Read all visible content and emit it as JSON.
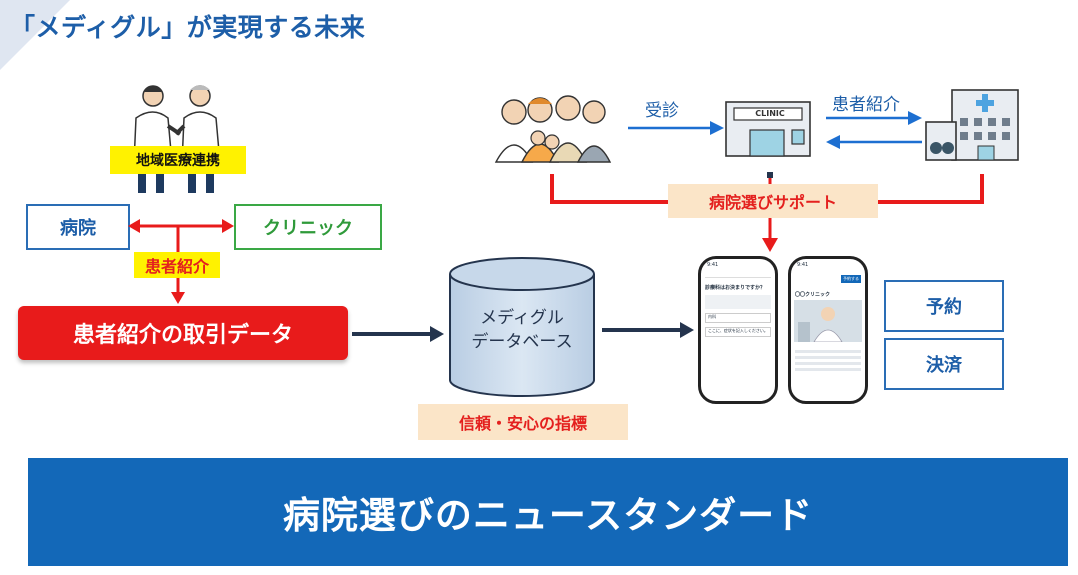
{
  "title": "「メディグル」が実現する未来",
  "left": {
    "regional_tag": "地域医療連携",
    "hospital": "病院",
    "clinic": "クリニック",
    "referral_tag": "患者紹介",
    "transaction_data": "患者紹介の取引データ"
  },
  "database": {
    "line1": "メディグル",
    "line2": "データベース",
    "trust_label": "信頼・安心の指標"
  },
  "flow": {
    "consult": "受診",
    "referral": "患者紹介",
    "clinic_sign": "CLINIC",
    "support": "病院選びサポート"
  },
  "phone_left": {
    "time": "9:41",
    "question": "診療科はお決まりですか？",
    "input1": "内科",
    "input2": "ここに、症状を記入しください。"
  },
  "phone_right": {
    "time": "9:41",
    "button": "予約する",
    "clinic_name": "〇〇クリニック"
  },
  "actions": {
    "reserve": "予約",
    "payment": "決済"
  },
  "banner": "病院選びのニュースタンダード",
  "colors": {
    "brand_blue": "#1368b8",
    "accent_red": "#e81b1b",
    "green": "#3aa845",
    "highlight_yellow": "#fff200",
    "beige": "#fbe5c8"
  }
}
